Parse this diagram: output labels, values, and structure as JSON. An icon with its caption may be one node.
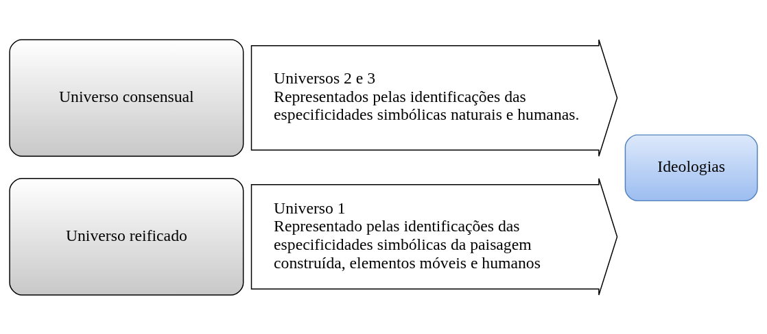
{
  "diagram": {
    "nodes": [
      {
        "text": [
          "Universo consensual"
        ]
      },
      {
        "text": [
          "Universos 2 e 3",
          "Representados pelas identificações das especificidades simbólicas naturais e humanas."
        ]
      },
      {
        "text": [
          "Ideologias"
        ]
      },
      {
        "text": [
          "Universo reificado"
        ]
      },
      {
        "text": [
          "Universo 1",
          "Representado pelas identificações das especificidades simbólicas da paisagem construída, elementos móveis e humanos"
        ]
      }
    ],
    "edges": []
  }
}
